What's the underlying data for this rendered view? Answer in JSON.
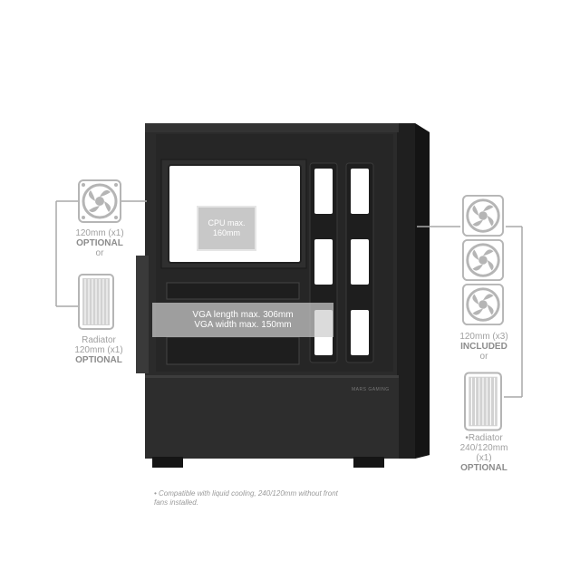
{
  "case": {
    "cpu_line1": "CPU max.",
    "cpu_line2": "160mm",
    "vga_line1": "VGA length max. 306mm",
    "vga_line2": "VGA width max. 150mm",
    "brand": "MARS GAMING"
  },
  "left_panel": {
    "fan_size": "120mm (x1)",
    "fan_status": "OPTIONAL",
    "or": "or",
    "radiator_line1": "Radiator",
    "radiator_line2": "120mm (x1)",
    "radiator_status": "OPTIONAL"
  },
  "right_panel": {
    "fan_size": "120mm (x3)",
    "fan_status": "INCLUDED",
    "or": "or",
    "radiator_line1": "•Radiator",
    "radiator_line2": "240/120mm",
    "radiator_line3": "(x1)",
    "radiator_status": "OPTIONAL"
  },
  "footnote": {
    "line1": "• Compatible with liquid cooling, 240/120mm without front",
    "line2": "fans installed."
  },
  "colors": {
    "case": "#2a2a2a",
    "icon": "#b5b5b5",
    "text": "#a0a0a0"
  }
}
